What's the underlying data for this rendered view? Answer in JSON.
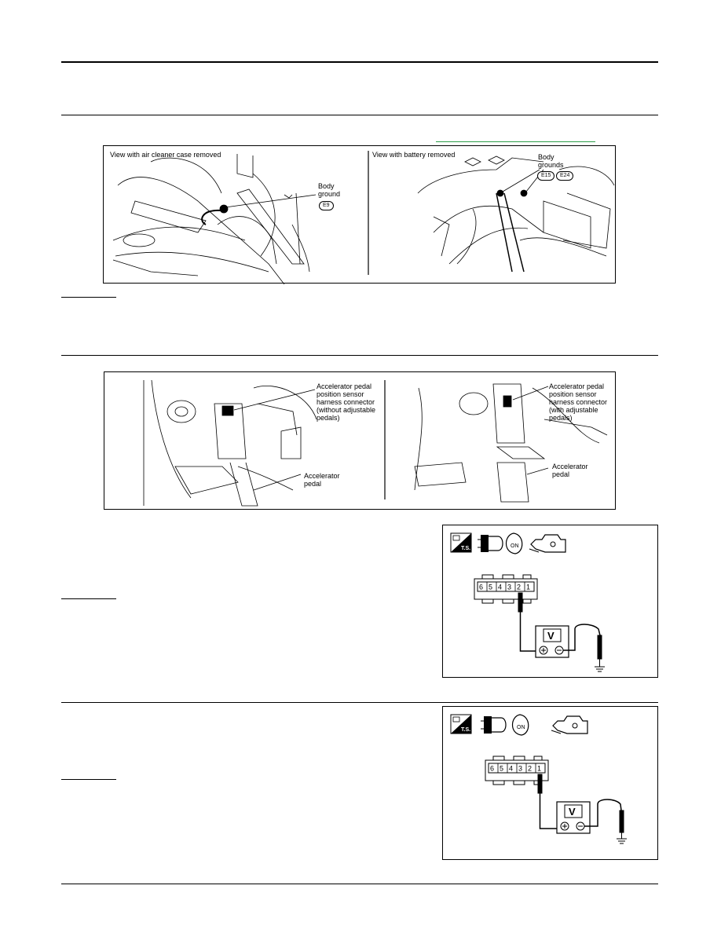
{
  "figure1": {
    "left_caption": "View with air cleaner case removed",
    "right_caption": "View with battery removed",
    "body_ground_label": "Body\nground",
    "body_ground_code": "E9",
    "body_grounds_label": "Body\ngrounds",
    "body_grounds_codes": [
      "E15",
      "E24"
    ]
  },
  "figure2": {
    "left_connector_label": "Accelerator pedal\nposition sensor\nharness connector\n(without adjustable\npedals)",
    "left_pedal_label": "Accelerator\npedal",
    "right_connector_label": "Accelerator pedal\nposition sensor\nharness connector\n(with adjustable\npedals)",
    "right_pedal_label": "Accelerator\npedal"
  },
  "figure3": {
    "ts_label": "T.S.",
    "on_label": "ON",
    "pins": [
      "6",
      "5",
      "4",
      "3",
      "2",
      "1"
    ],
    "meter_label": "V",
    "probe_pin": "2"
  },
  "figure4": {
    "ts_label": "T.S.",
    "on_label": "ON",
    "pins": [
      "6",
      "5",
      "4",
      "3",
      "2",
      "1"
    ],
    "meter_label": "V",
    "probe_pin": "1"
  }
}
